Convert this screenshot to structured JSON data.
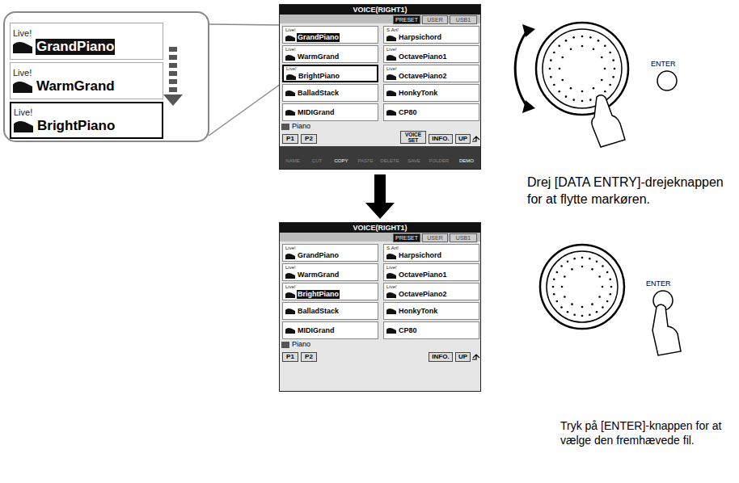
{
  "diagram": {
    "nodes": [
      {
        "text": [
          "Live!",
          "GrandPiano"
        ]
      },
      {
        "text": [
          "Live!",
          "WarmGrand"
        ]
      },
      {
        "text": [
          "Live!",
          "BrightPiano"
        ]
      },
      {
        "text": [
          "VOICE(RIGHT1)"
        ]
      },
      {
        "text": [
          "Live!",
          "GrandPiano"
        ],
        "in": 3
      },
      {
        "text": [
          "S.Art!",
          "Harpsichord"
        ],
        "in": 3
      },
      {
        "text": [
          "Live!",
          "WarmGrand"
        ],
        "in": 3
      },
      {
        "text": [
          "Live!",
          "OctavePiano1"
        ],
        "in": 3
      },
      {
        "text": [
          "Live!",
          "BrightPiano"
        ],
        "in": 3
      },
      {
        "text": [
          "Live!",
          "OctavePiano2"
        ],
        "in": 3
      },
      {
        "text": [
          "BalladStack"
        ],
        "in": 3
      },
      {
        "text": [
          "HonkyTonk"
        ],
        "in": 3
      },
      {
        "text": [
          "MIDIGrand"
        ],
        "in": 3
      },
      {
        "text": [
          "CP80"
        ],
        "in": 3
      },
      {
        "text": [
          "VOICE(RIGHT1)"
        ]
      },
      {
        "text": [
          "Live!",
          "GrandPiano"
        ],
        "in": 14
      },
      {
        "text": [
          "S.Art!",
          "Harpsichord"
        ],
        "in": 14
      },
      {
        "text": [
          "Live!",
          "WarmGrand"
        ],
        "in": 14
      },
      {
        "text": [
          "Live!",
          "OctavePiano1"
        ],
        "in": 14
      },
      {
        "text": [
          "Live!",
          "BrightPiano"
        ],
        "in": 14
      },
      {
        "text": [
          "Live!",
          "OctavePiano2"
        ],
        "in": 14
      },
      {
        "text": [
          "BalladStack"
        ],
        "in": 14
      },
      {
        "text": [
          "HonkyTonk"
        ],
        "in": 14
      },
      {
        "text": [
          "MIDIGrand"
        ],
        "in": 14
      },
      {
        "text": [
          "CP80"
        ],
        "in": 14
      }
    ],
    "edges": [
      {
        "from": 3,
        "to": 14,
        "arrow": "to"
      }
    ],
    "labels": [
      "PRESET",
      "USER",
      "USB1",
      "Piano",
      "P1",
      "P2",
      "VOICE SET",
      "INFO.",
      "UP",
      "NAME",
      "CUT",
      "COPY",
      "PASTE",
      "DELETE",
      "SAVE",
      "FOLDER",
      "DEMO",
      "ENTER",
      "Drej [DATA ENTRY]-drejeknappen for at flytte markøren.",
      "PRESET",
      "USER",
      "USB1",
      "Piano",
      "P1",
      "P2",
      "INFO.",
      "UP",
      "ENTER",
      "Tryk på [ENTER]-knappen for at vælge den fremhævede fil."
    ]
  }
}
